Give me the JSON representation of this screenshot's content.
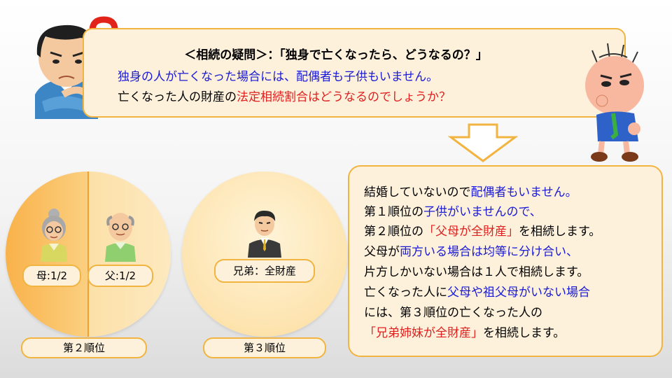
{
  "question": {
    "title": "＜相続の疑問＞：「独身で亡くなったら、どうなるの？」",
    "line1": "独身の人が亡くなった場合には、配偶者も子供もいません。",
    "line2_a": "亡くなった人の財産の",
    "line2_b": "法定相続割合はどうなるのでしょうか？"
  },
  "explanation": {
    "l1_a": "結婚していないので",
    "l1_b": "配偶者もいません。",
    "l2_a": "第１順位の",
    "l2_b": "子供がいませんので、",
    "l3_a": "第２順位の",
    "l3_b": "「父母が全財産」",
    "l3_c": "を相続します。",
    "l4_a": "父母が",
    "l4_b": "両方いる場合は均等に分け合い、",
    "l5": "片方しかいない場合は１人で相続します。",
    "l6_a": "亡くなった人に",
    "l6_b": "父母や祖父母がいない場合",
    "l7": "には、第３順位の亡くなった人の",
    "l8_a": "「兄弟姉妹が全財産」",
    "l8_b": "を相続します。"
  },
  "circles": {
    "mother_label": "母:1/2",
    "father_label": "父:1/2",
    "sibling_label": "兄弟：全財産",
    "rank2": "第２順位",
    "rank3": "第３順位"
  },
  "colors": {
    "accent_orange": "#f2b440",
    "bubble_bg": "#fdf1dc",
    "red": "#e0201f",
    "blue": "#1a1ad6"
  },
  "icons": [
    "question-mark-icon",
    "worried-man-icon",
    "thinking-mascot-icon",
    "down-arrow-icon",
    "grandmother-icon",
    "grandfather-icon",
    "sibling-man-icon"
  ]
}
